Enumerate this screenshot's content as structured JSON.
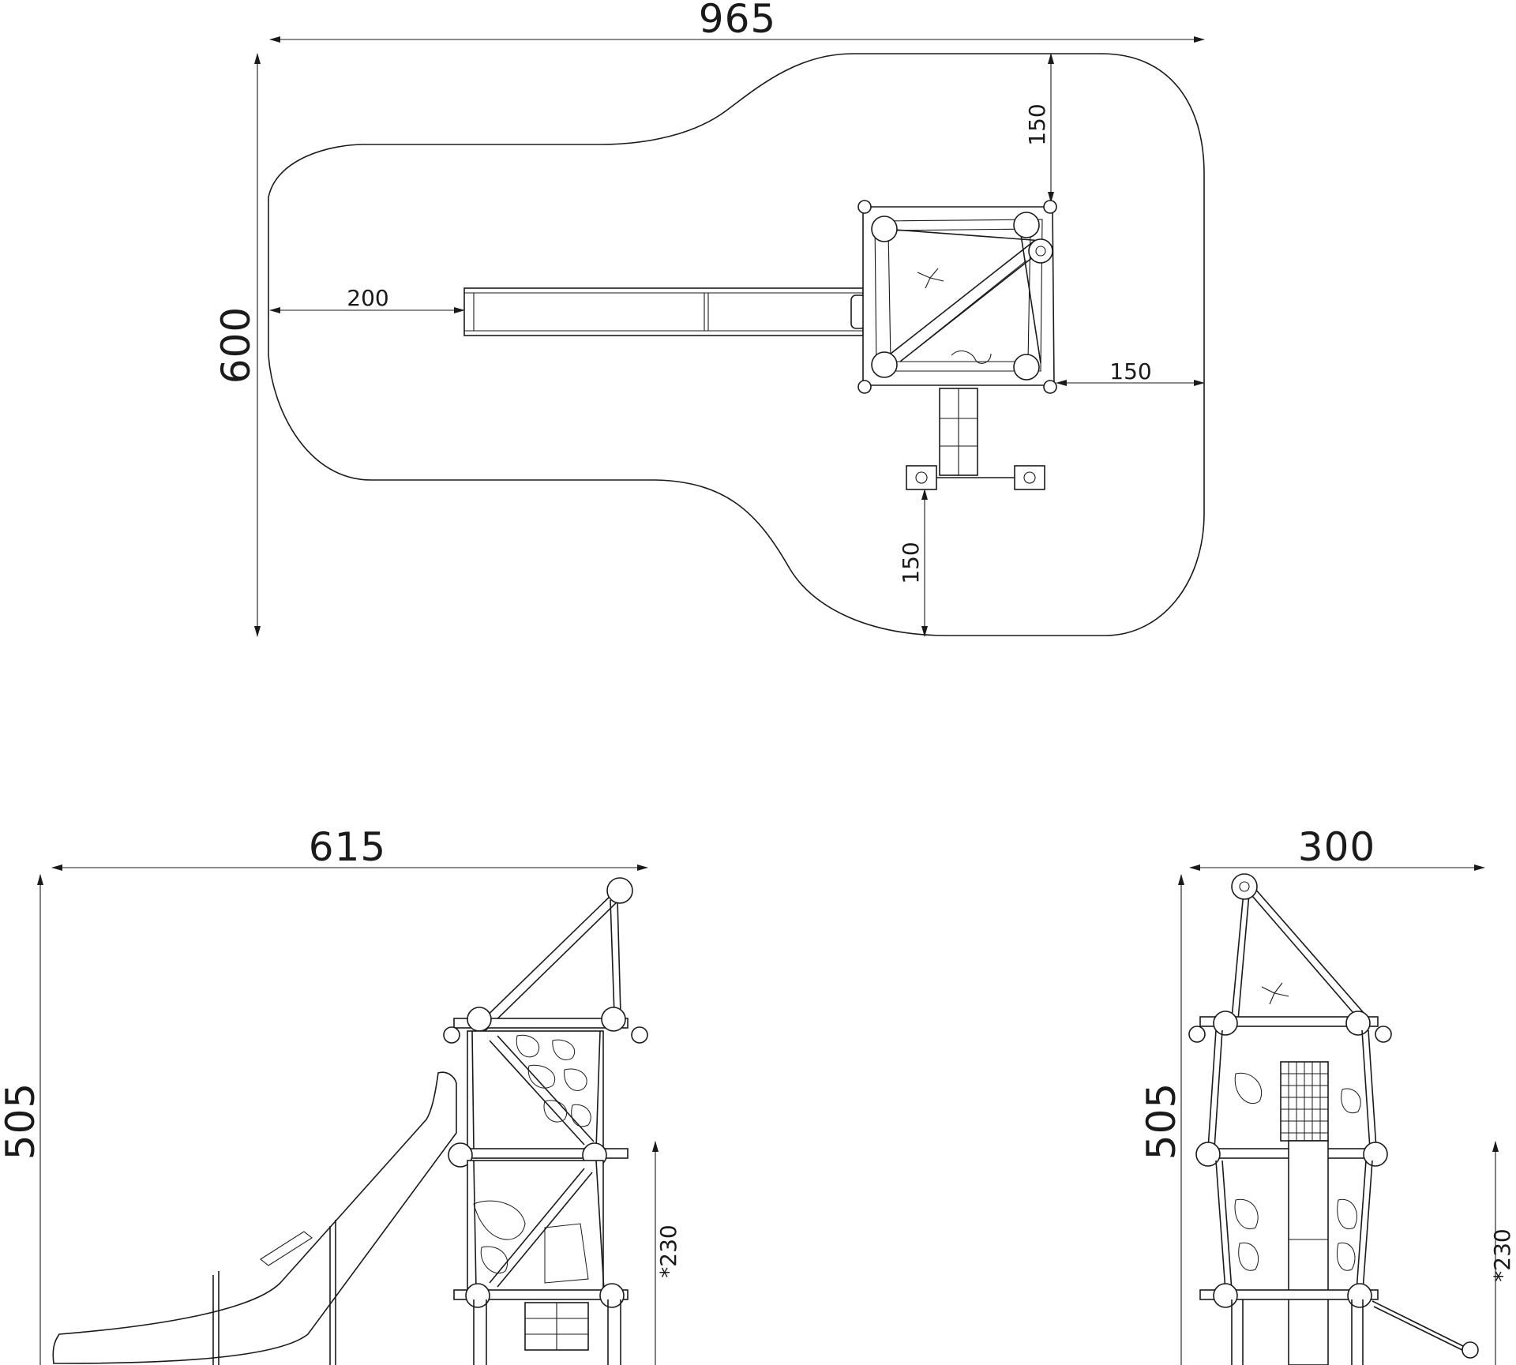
{
  "plan_view": {
    "overall_width": "965",
    "overall_depth": "600",
    "slide_clearance": "200",
    "top_clearance": "150",
    "right_clearance": "150",
    "bottom_clearance": "150"
  },
  "side_view": {
    "width": "615",
    "height": "505",
    "platform_height": "*230"
  },
  "front_view": {
    "width": "300",
    "height": "505",
    "platform_height": "*230"
  }
}
